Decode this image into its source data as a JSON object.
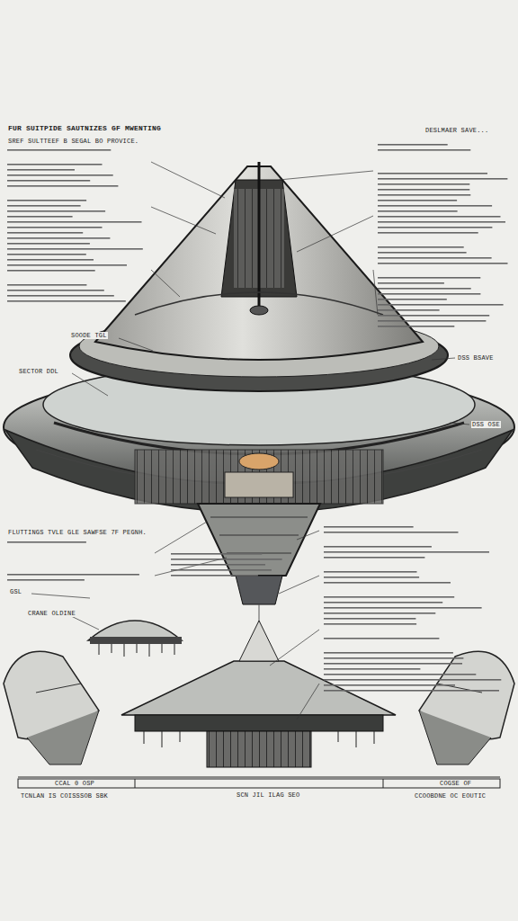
{
  "diagram": {
    "title": "FUR SUITPIDE SAUTNIZES GF MWENTING",
    "labels": [
      "SREF SULTTEEF B SEGAL BO PROVICE.",
      "DESLMAER SAVE...",
      "FLUTTINGS TVLE GLE SAWFSE 7F PEGNH.",
      "SOODE TGL",
      "SECTOR DDL",
      "CRANE OLDINE",
      "GSL",
      "CCAL 0 OSP",
      "TCNLAN IS COISSSOB SBK",
      "SCN JIL ILAG SEO",
      "COGSE OF",
      "CCOOBDNE OC EOUTIC",
      "DSS BSAVE",
      "DSS OSE"
    ]
  }
}
